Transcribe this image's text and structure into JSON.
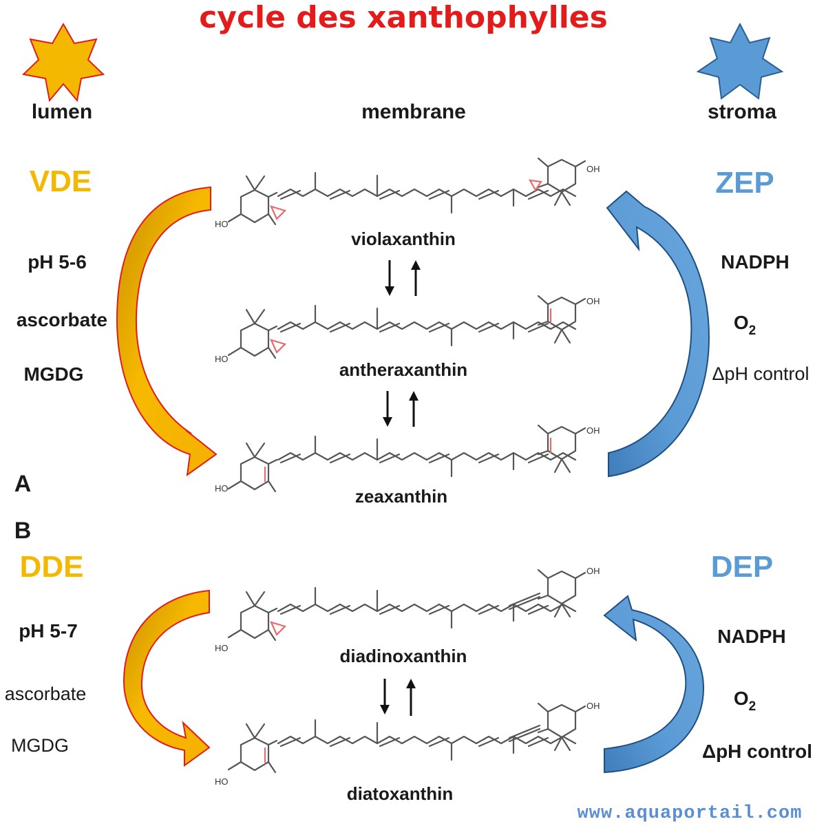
{
  "title": "cycle des xanthophylles",
  "header": {
    "lumen": "lumen",
    "membrane": "membrane",
    "stroma": "stroma"
  },
  "icons": {
    "lumen_star": "sun-star-icon",
    "stroma_star": "blue-star-icon"
  },
  "colors": {
    "title": "#e31b1b",
    "yellow": "#f5b800",
    "blue": "#5b9bd5",
    "arrow_red_outline": "#e31b1b",
    "url": "#5b8fd1"
  },
  "panel_a": {
    "label": "A",
    "left_enzyme": "VDE",
    "right_enzyme": "ZEP",
    "left_conditions": [
      "pH 5-6",
      "ascorbate",
      "MGDG"
    ],
    "right_conditions": {
      "nadph": "NADPH",
      "o2_base": "O",
      "o2_sub": "2",
      "dph": "ΔpH control"
    },
    "molecules": [
      "violaxanthin",
      "antheraxanthin",
      "zeaxanthin"
    ]
  },
  "panel_b": {
    "label": "B",
    "left_enzyme": "DDE",
    "right_enzyme": "DEP",
    "left_conditions": [
      "pH 5-7",
      "ascorbate",
      "MGDG"
    ],
    "right_conditions": {
      "nadph": "NADPH",
      "o2_base": "O",
      "o2_sub": "2",
      "dph": "ΔpH control"
    },
    "molecules": [
      "diadinoxanthin",
      "diatoxanthin"
    ]
  },
  "atom_labels": {
    "hydroxyl_left": "HO",
    "hydroxyl_right": "OH"
  },
  "footer": {
    "url": "www.aquaportail.com"
  }
}
